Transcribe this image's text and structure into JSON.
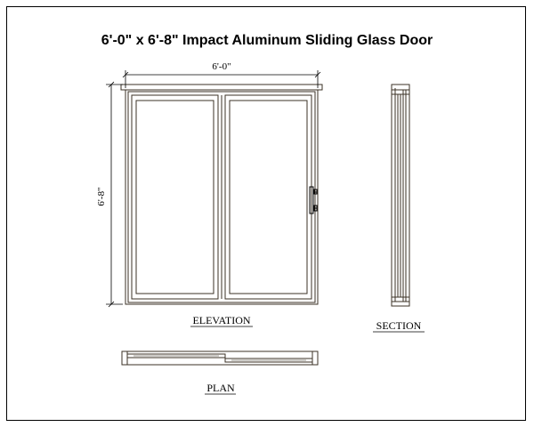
{
  "title": "6'-0\" x 6'-8\" Impact Aluminum Sliding Glass Door",
  "dimensions": {
    "width": "6'-0\"",
    "height": "6'-8\""
  },
  "views": {
    "elevation": "ELEVATION",
    "section": "SECTION",
    "plan": "PLAN"
  },
  "colors": {
    "frame": "#3b3226",
    "line": "#000000",
    "background": "#ffffff"
  }
}
